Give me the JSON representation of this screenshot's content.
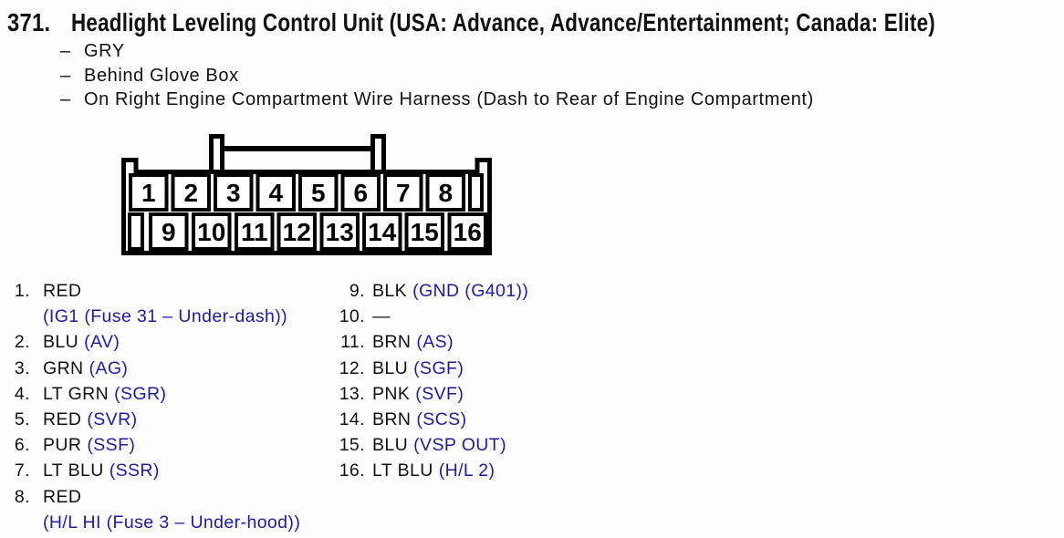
{
  "header": {
    "number": "371.",
    "title": "Headlight Leveling Control Unit (USA: Advance, Advance/Entertainment; Canada: Elite)"
  },
  "details": {
    "dash": "–",
    "items": [
      "GRY",
      "Behind Glove Box",
      "On Right Engine Compartment Wire Harness (Dash to Rear of Engine Compartment)"
    ]
  },
  "connector": {
    "top_pins": [
      "1",
      "2",
      "3",
      "4",
      "5",
      "6",
      "7",
      "8"
    ],
    "bottom_pins": [
      "9",
      "10",
      "11",
      "12",
      "13",
      "14",
      "15",
      "16"
    ]
  },
  "lists": {
    "left": [
      {
        "num": "1.",
        "wire": "RED",
        "signal": "(IG1 (Fuse 31 – Under-dash))"
      },
      {
        "num": "2.",
        "wire": "BLU",
        "signal": "(AV)"
      },
      {
        "num": "3.",
        "wire": "GRN",
        "signal": "(AG)"
      },
      {
        "num": "4.",
        "wire": "LT GRN",
        "signal": "(SGR)"
      },
      {
        "num": "5.",
        "wire": "RED",
        "signal": "(SVR)"
      },
      {
        "num": "6.",
        "wire": "PUR",
        "signal": "(SSF)"
      },
      {
        "num": "7.",
        "wire": "LT BLU",
        "signal": "(SSR)"
      },
      {
        "num": "8.",
        "wire": "RED",
        "signal": "(H/L HI (Fuse 3 – Under-hood))"
      }
    ],
    "right": [
      {
        "num": "9.",
        "wire": "BLK",
        "signal": "(GND (G401))"
      },
      {
        "num": "10.",
        "wire": "—",
        "signal": ""
      },
      {
        "num": "11.",
        "wire": "BRN",
        "signal": "(AS)"
      },
      {
        "num": "12.",
        "wire": "BLU",
        "signal": "(SGF)"
      },
      {
        "num": "13.",
        "wire": "PNK",
        "signal": "(SVF)"
      },
      {
        "num": "14.",
        "wire": "BRN",
        "signal": "(SCS)"
      },
      {
        "num": "15.",
        "wire": "BLU",
        "signal": "(VSP OUT)"
      },
      {
        "num": "16.",
        "wire": "LT BLU",
        "signal": "(H/L 2)"
      }
    ]
  },
  "colors": {
    "signal_blue": "#1c1ca8",
    "text_black": "#111111",
    "background": "#fdfdfd"
  }
}
